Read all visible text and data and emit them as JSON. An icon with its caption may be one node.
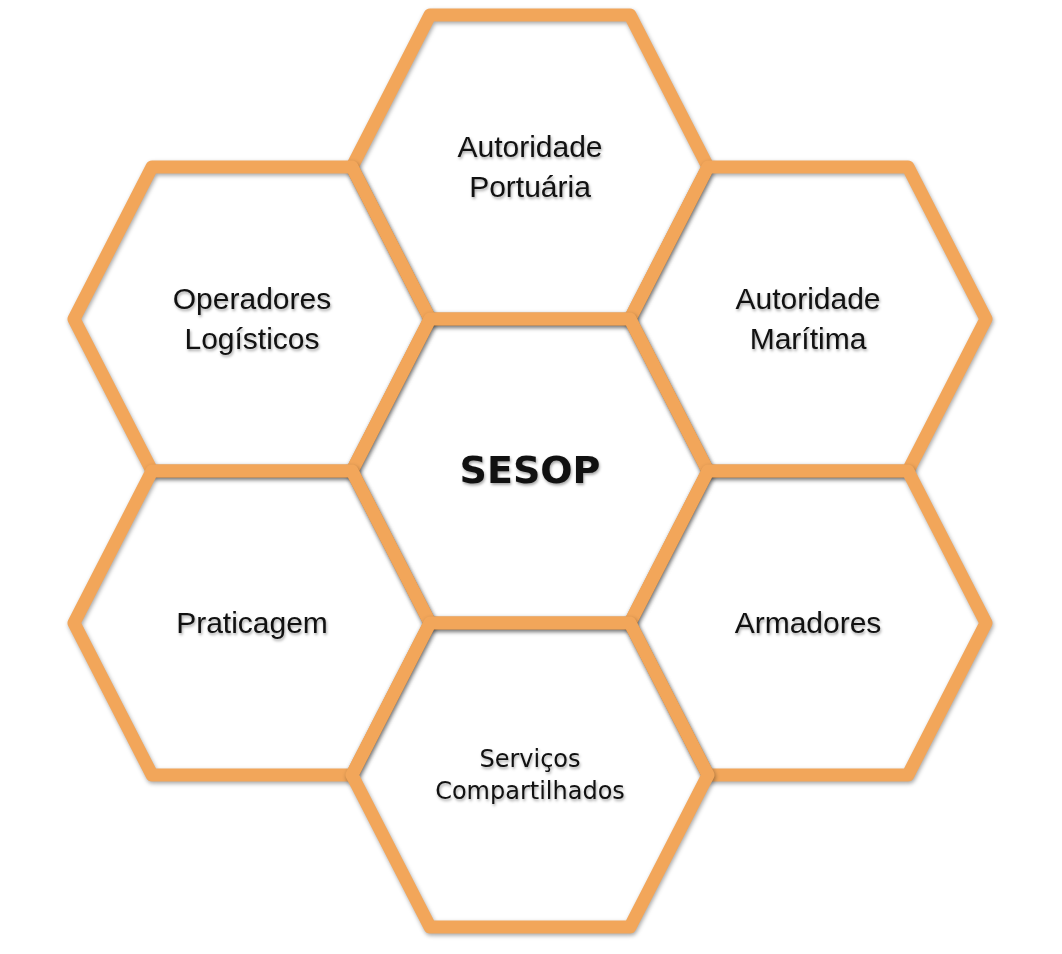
{
  "diagram": {
    "nodes": [
      {
        "text": [
          "Autoridade Portuária"
        ]
      },
      {
        "text": [
          "Operadores Logísticos"
        ]
      },
      {
        "text": [
          "Autoridade Marítima"
        ]
      },
      {
        "text": [
          "SESOP"
        ]
      },
      {
        "text": [
          "Praticagem"
        ]
      },
      {
        "text": [
          "Armadores"
        ]
      },
      {
        "text": [
          "Serviços Compartilhados"
        ]
      }
    ]
  }
}
